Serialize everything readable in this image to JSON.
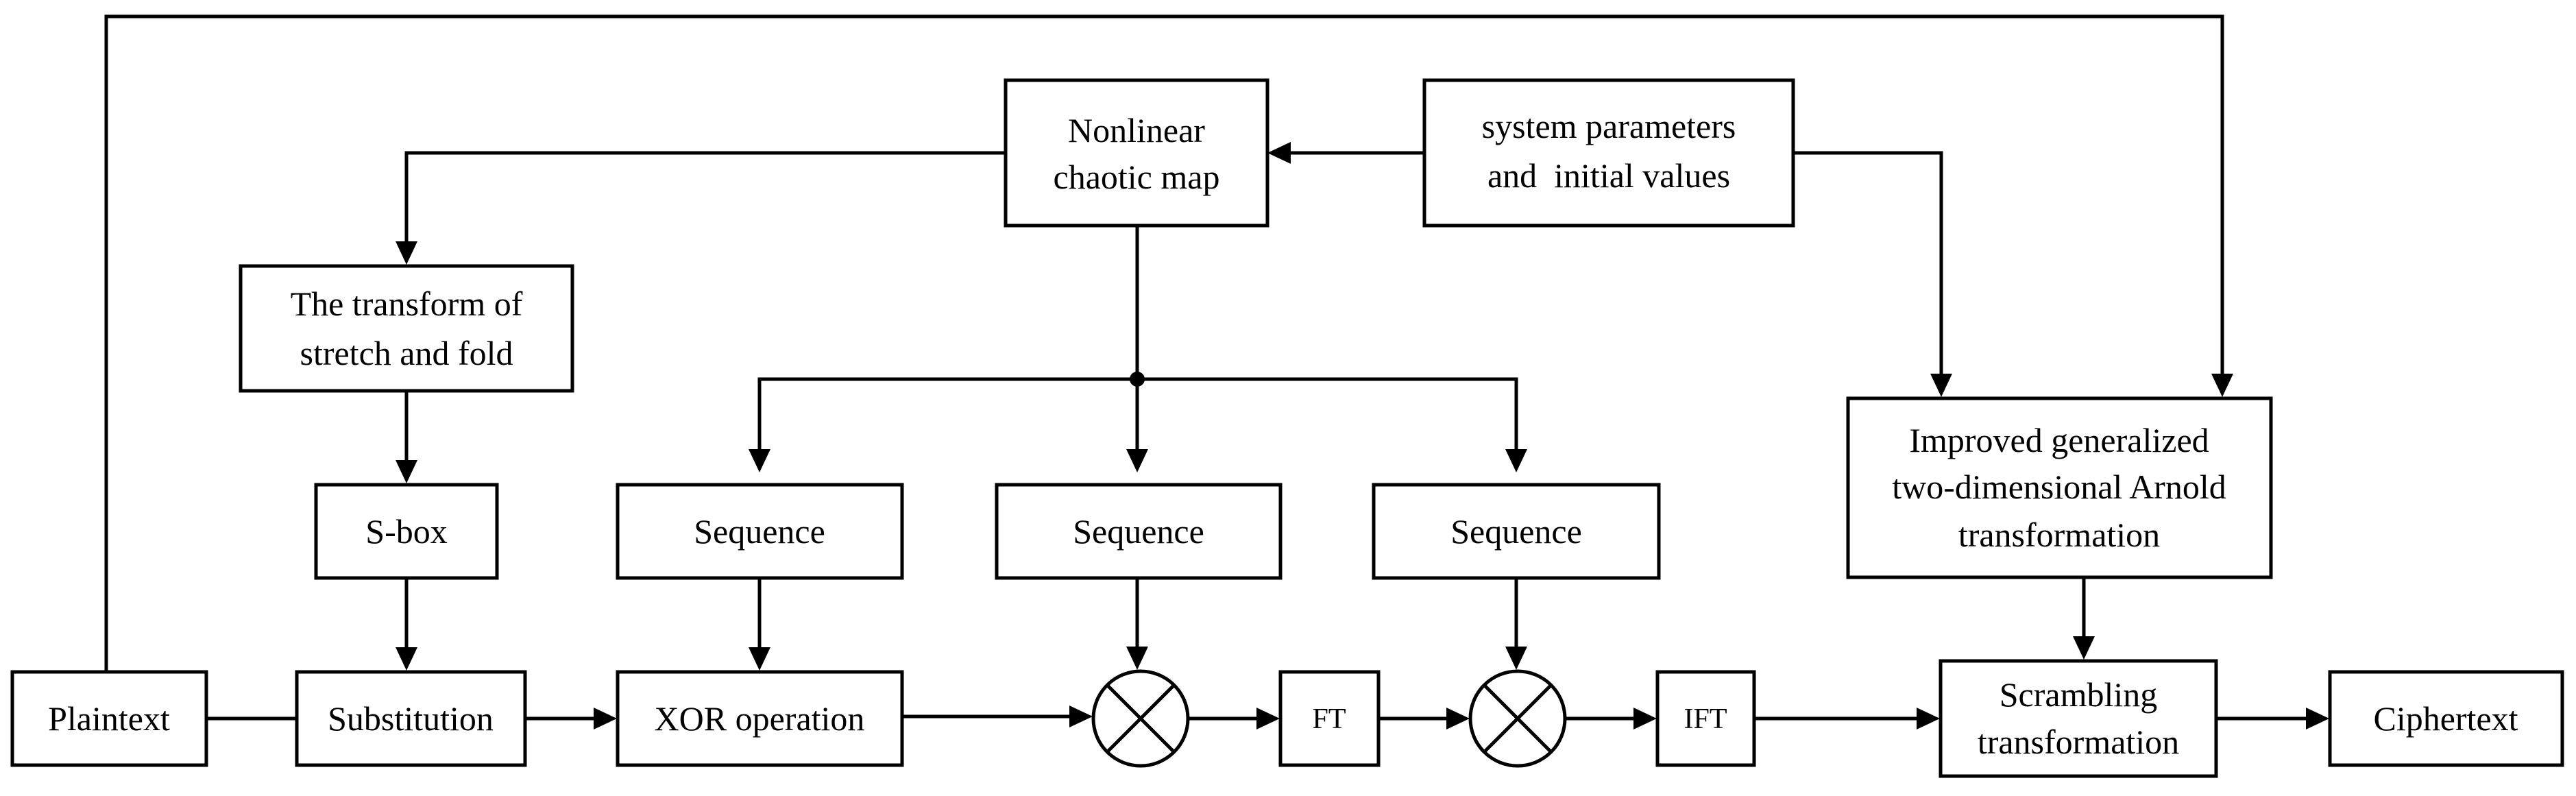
{
  "nodes": {
    "plaintext": "Plaintext",
    "substitution": "Substitution",
    "xor": "XOR operation",
    "ft": "FT",
    "ift": "IFT",
    "scrambling": [
      "Scrambling",
      "transformation"
    ],
    "ciphertext": "Ciphertext",
    "sbox": "S-box",
    "stretch_fold": [
      "The transform of",
      "stretch and fold"
    ],
    "chaotic_map": [
      "Nonlinear",
      "chaotic map"
    ],
    "system_params": [
      "system parameters",
      "and  initial values"
    ],
    "sequence_1": "Sequence",
    "sequence_2": "Sequence",
    "sequence_3": "Sequence",
    "arnold": [
      "Improved generalized",
      "two-dimensional Arnold",
      "transformation"
    ]
  },
  "operators": {
    "multiply_1": "multiply",
    "multiply_2": "multiply"
  }
}
